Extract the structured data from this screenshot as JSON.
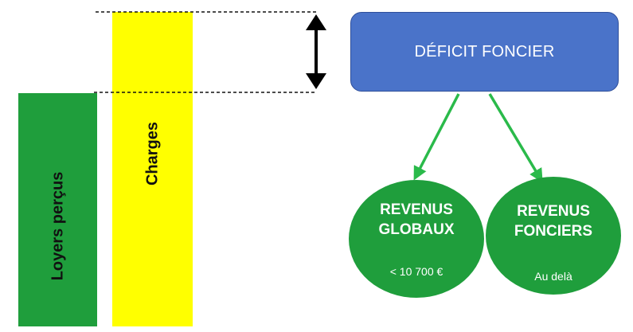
{
  "bars": {
    "loyers_label": "Loyers perçus",
    "charges_label": "Charges"
  },
  "deficit": {
    "label": "DÉFICIT FONCIER"
  },
  "outcomes": [
    {
      "title_line1": "REVENUS",
      "title_line2": "GLOBAUX",
      "subtitle": "< 10 700 €"
    },
    {
      "title_line1": "REVENUS",
      "title_line2": "FONCIERS",
      "subtitle": "Au delà"
    }
  ],
  "colors": {
    "green": "#1f9e3c",
    "yellow": "#ffff00",
    "blue": "#4a73c9",
    "arrow_green": "#2aba4a",
    "black": "#000000"
  },
  "icons": [
    "double-headed-vertical-arrow-icon",
    "arrow-down-left-icon",
    "arrow-down-right-icon"
  ]
}
